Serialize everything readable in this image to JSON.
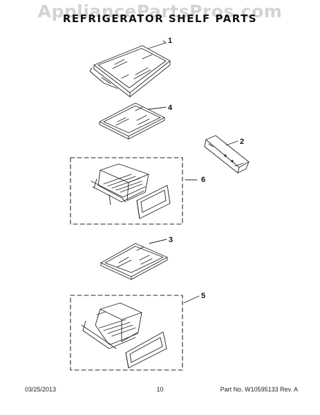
{
  "watermark": "AppliancePartsPros.com",
  "title": "REFRIGERATOR SHELF PARTS",
  "callouts": {
    "c1": "1",
    "c2": "2",
    "c3": "3",
    "c4": "4",
    "c5": "5",
    "c6": "6"
  },
  "footer": {
    "date": "03/25/2013",
    "page": "10",
    "part_number": "Part No. W10595133  Rev. A"
  }
}
